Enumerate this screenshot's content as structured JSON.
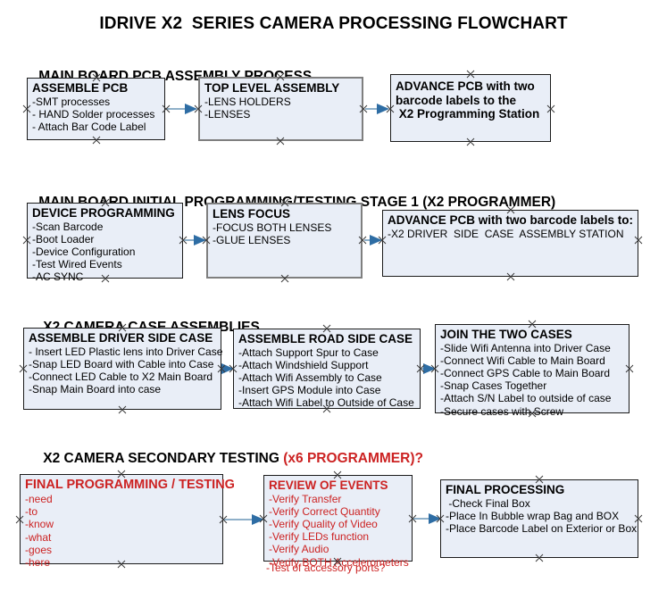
{
  "document": {
    "title": "IDRIVE X2  SERIES CAMERA PROCESSING FLOWCHART"
  },
  "colors": {
    "box_fill": "#e9eef7",
    "box_border": "#1b1b1b",
    "box_border_thick": "#7f7f7f",
    "connector": "#8fb0c9",
    "arrow_head": "#2e6da4",
    "text": "#000000",
    "accent_red": "#cc2222"
  },
  "sections": [
    {
      "heading": "MAIN BOARD PCB ASSEMBLY PROCESS",
      "heading_accent": "",
      "boxes": [
        {
          "title": "ASSEMBLE PCB",
          "lines": [
            "-SMT processes",
            "- HAND Solder processes",
            "- Attach Bar Code Label"
          ],
          "style": "thin",
          "text_color": "black"
        },
        {
          "title": "TOP LEVEL ASSEMBLY",
          "lines": [
            "-LENS HOLDERS",
            "-LENSES"
          ],
          "style": "thick",
          "text_color": "black"
        },
        {
          "title": "ADVANCE PCB with two",
          "lines": [
            "barcode labels to the",
            " X2 Programming Station"
          ],
          "style": "thin",
          "text_color": "black",
          "all_bold": true
        }
      ]
    },
    {
      "heading": "MAIN BOARD INITIAL PROGRAMMING/TESTING STAGE 1 (X2 PROGRAMMER)",
      "heading_accent": "",
      "boxes": [
        {
          "title": "DEVICE PROGRAMMING",
          "lines": [
            "-Scan Barcode",
            "-Boot Loader",
            "-Device Configuration",
            "-Test Wired Events",
            "-AC SYNC"
          ],
          "style": "thin",
          "text_color": "black"
        },
        {
          "title": "LENS FOCUS",
          "lines": [
            "-FOCUS BOTH LENSES",
            "-GLUE LENSES"
          ],
          "style": "thick",
          "text_color": "black"
        },
        {
          "title": "ADVANCE PCB with two barcode labels to:",
          "lines": [
            "-X2 DRIVER  SIDE  CASE  ASSEMBLY STATION"
          ],
          "style": "thin",
          "text_color": "black"
        }
      ]
    },
    {
      "heading": "X2 CAMERA CASE ASSEMBLIES",
      "heading_accent": "",
      "boxes": [
        {
          "title": "ASSEMBLE DRIVER SIDE CASE",
          "lines": [
            "- Insert LED Plastic lens into Driver Case",
            "-Snap LED Board with Cable into Case",
            "-Connect LED Cable to X2 Main Board",
            "-Snap Main Board into case"
          ],
          "style": "thin",
          "text_color": "black"
        },
        {
          "title": "ASSEMBLE ROAD SIDE CASE",
          "lines": [
            "-Attach Support Spur to Case",
            "-Attach Windshield Support",
            "-Attach Wifi Assembly to Case",
            "-Insert GPS Module into Case",
            "-Attach Wifi Label to Outside of Case"
          ],
          "style": "thin",
          "text_color": "black"
        },
        {
          "title": "JOIN THE TWO CASES",
          "lines": [
            "-Slide Wifi Antenna into Driver Case",
            "-Connect Wifi Cable to Main Board",
            "-Connect GPS Cable to Main Board",
            "-Snap Cases Together",
            "-Attach S/N Label to outside of case",
            "-Secure cases with Screw"
          ],
          "style": "thin",
          "text_color": "black"
        }
      ]
    },
    {
      "heading": "X2 CAMERA SECONDARY TESTING ",
      "heading_accent": "(x6 PROGRAMMER)?",
      "boxes": [
        {
          "title": "FINAL PROGRAMMING / TESTING",
          "lines": [
            "-need",
            "-to",
            "-know",
            "-what",
            "-goes",
            "-here"
          ],
          "style": "thin",
          "text_color": "red"
        },
        {
          "title": "REVIEW OF EVENTS",
          "lines": [
            "-Verify Transfer",
            "-Verify Correct Quantity",
            "-Verify Quality of Video",
            "-Verify LEDs function",
            "-Verify Audio",
            "-Verify BOTH Accelerometers"
          ],
          "overflow_line": "-Test of accessory ports?",
          "style": "thin",
          "text_color": "red"
        },
        {
          "title": "FINAL PROCESSING",
          "lines": [
            " -Check Final Box",
            "-Place In Bubble wrap Bag and BOX",
            "-Place Barcode Label on Exterior or Box"
          ],
          "style": "thin",
          "text_color": "black"
        }
      ]
    }
  ]
}
